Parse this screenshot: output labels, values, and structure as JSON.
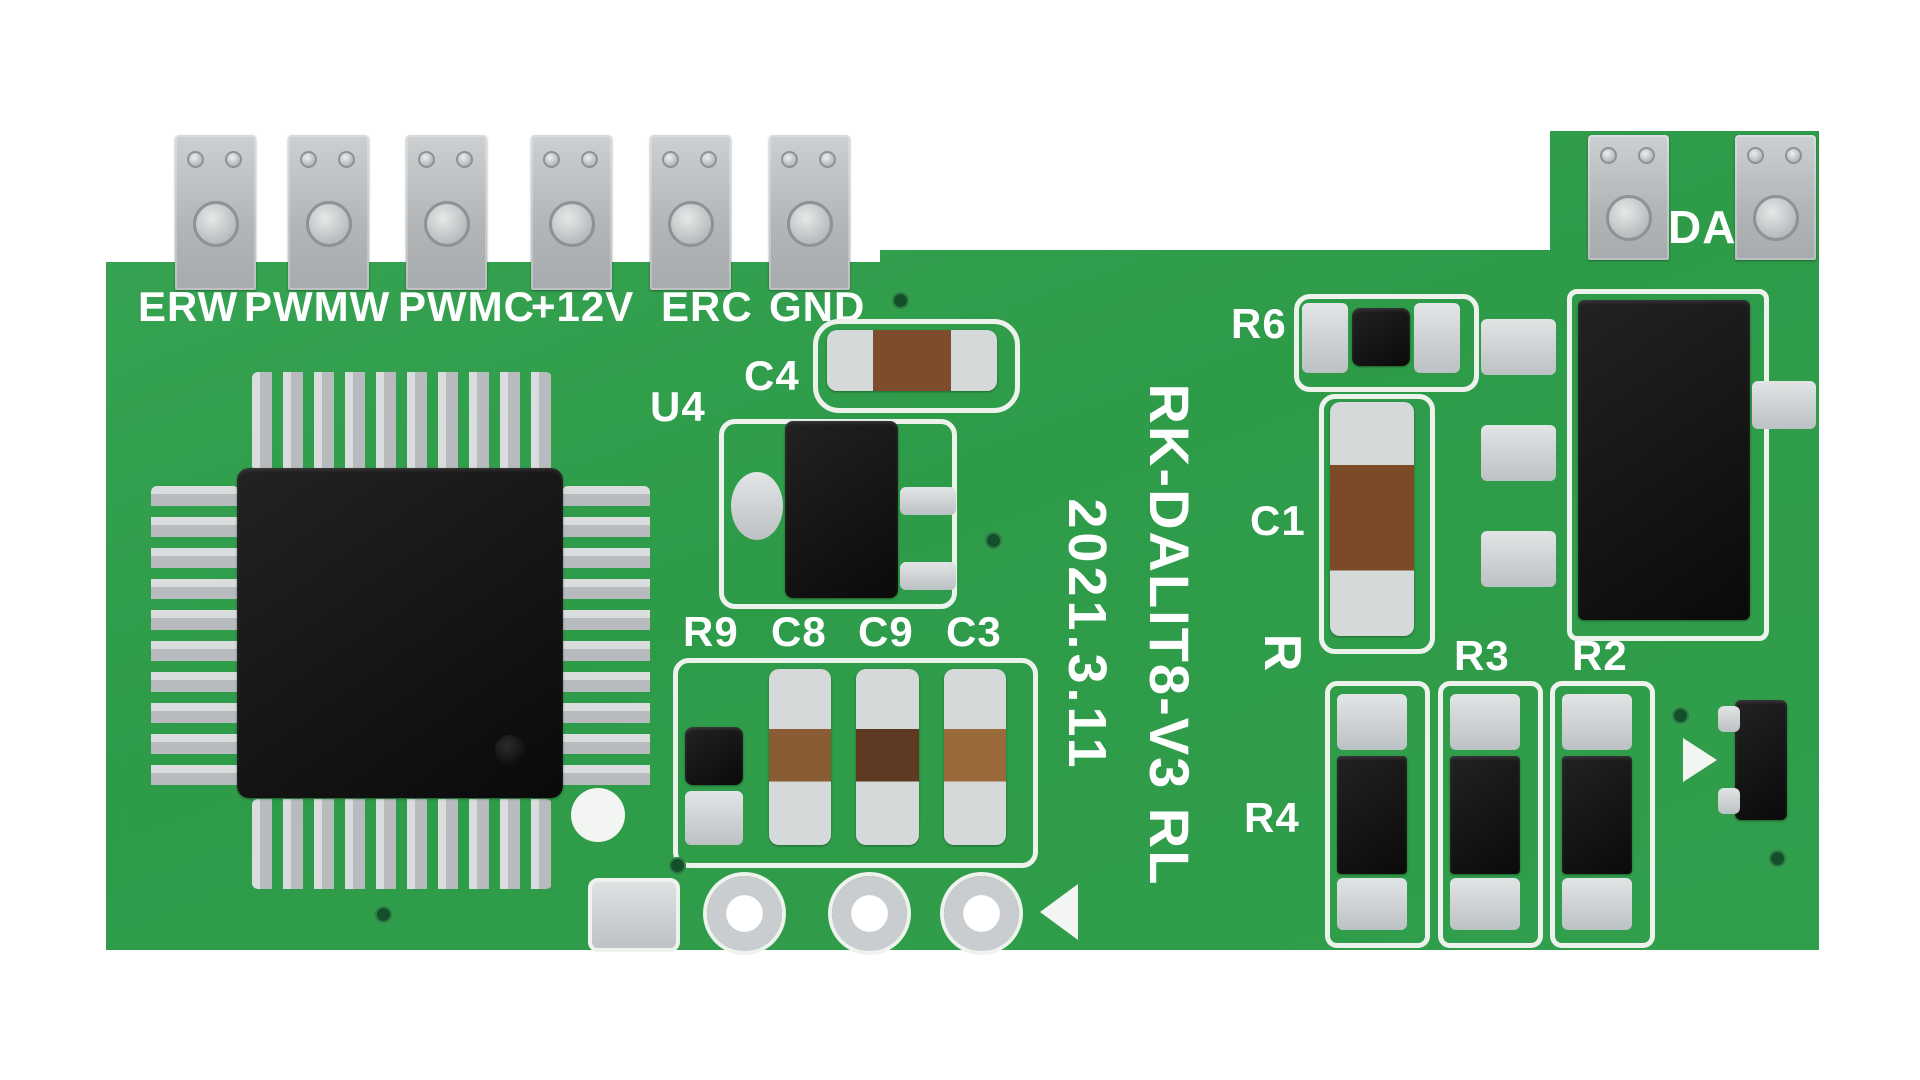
{
  "board": {
    "markings": {
      "model": "RK-DALIT8-V3 RL",
      "date": "2021.3.11"
    },
    "colors": {
      "pcb_green": "#2e9b49",
      "silkscreen_white": "#f2f5f1",
      "pad_silver": "#c9cdcf",
      "component_black": "#121212",
      "capacitor_brown": "#7d4d2b",
      "terminal_gray": "#b2b5b7"
    }
  },
  "terminals": {
    "left": [
      "ERW",
      "PWMW",
      "PWMC",
      "+12V",
      "ERC",
      "GND"
    ],
    "right_label": "DA"
  },
  "components": {
    "u4": "U4",
    "c4": "C4",
    "r9": "R9",
    "c8": "C8",
    "c9": "C9",
    "c3": "C3",
    "r6": "R6",
    "c1": "C1",
    "r": "R",
    "r3": "R3",
    "r2": "R2",
    "r4": "R4"
  }
}
